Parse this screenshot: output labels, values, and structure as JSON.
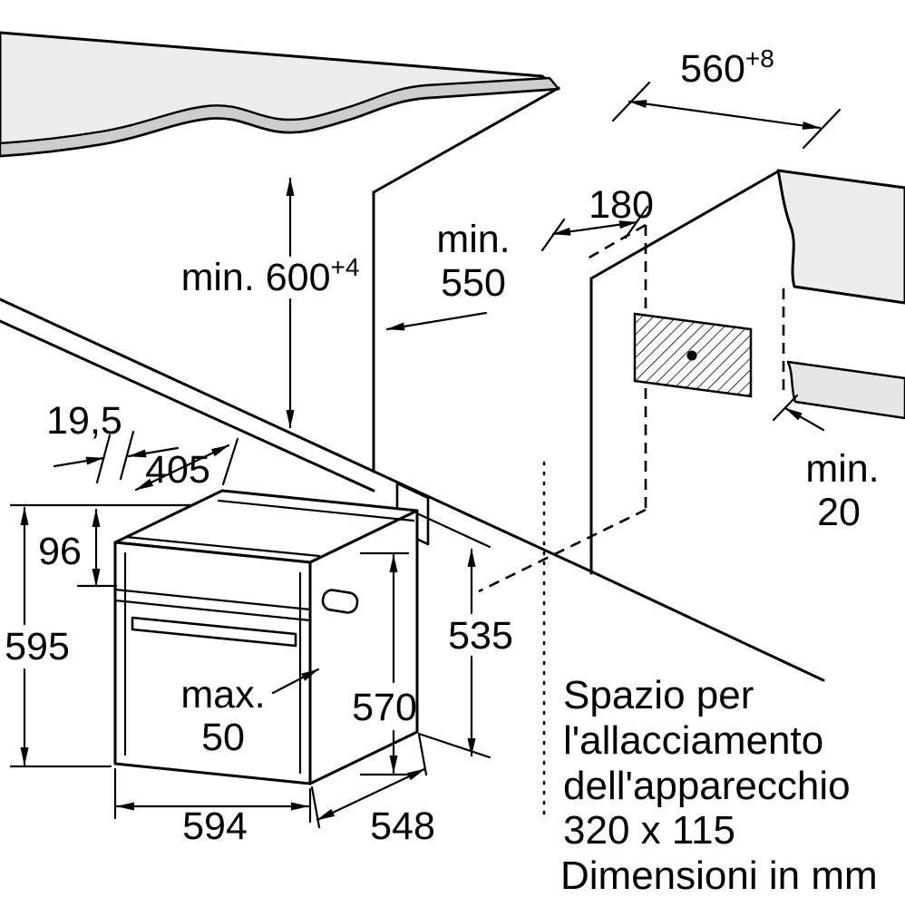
{
  "diagram": {
    "title_hint": "Built-in oven installation drawing",
    "background": "#ffffff",
    "line_color": "#000000",
    "fill_light": "#ececec",
    "fill_band": "#cdcdcd",
    "dims": {
      "width_top": {
        "value": "560",
        "tolerance": "+8"
      },
      "front_gap": "180",
      "depth_min": {
        "line1": "min.",
        "line2": "550"
      },
      "height_min": {
        "value": "min. 600",
        "tolerance": "+4"
      },
      "offset_small": "19,5",
      "top_depth": "405",
      "panel_height": "96",
      "oven_height": "595",
      "door_max": {
        "line1": "max.",
        "line2": "50"
      },
      "body_height": "570",
      "inner_height": "535",
      "oven_width": "594",
      "oven_depth": "548",
      "rear_gap": {
        "line1": "min.",
        "line2": "20"
      }
    },
    "note": {
      "line1": "Spazio per",
      "line2": "l'allacciamento",
      "line3": "dell'apparecchio",
      "line4": "320 x 115",
      "line5": "Dimensioni in mm"
    }
  }
}
